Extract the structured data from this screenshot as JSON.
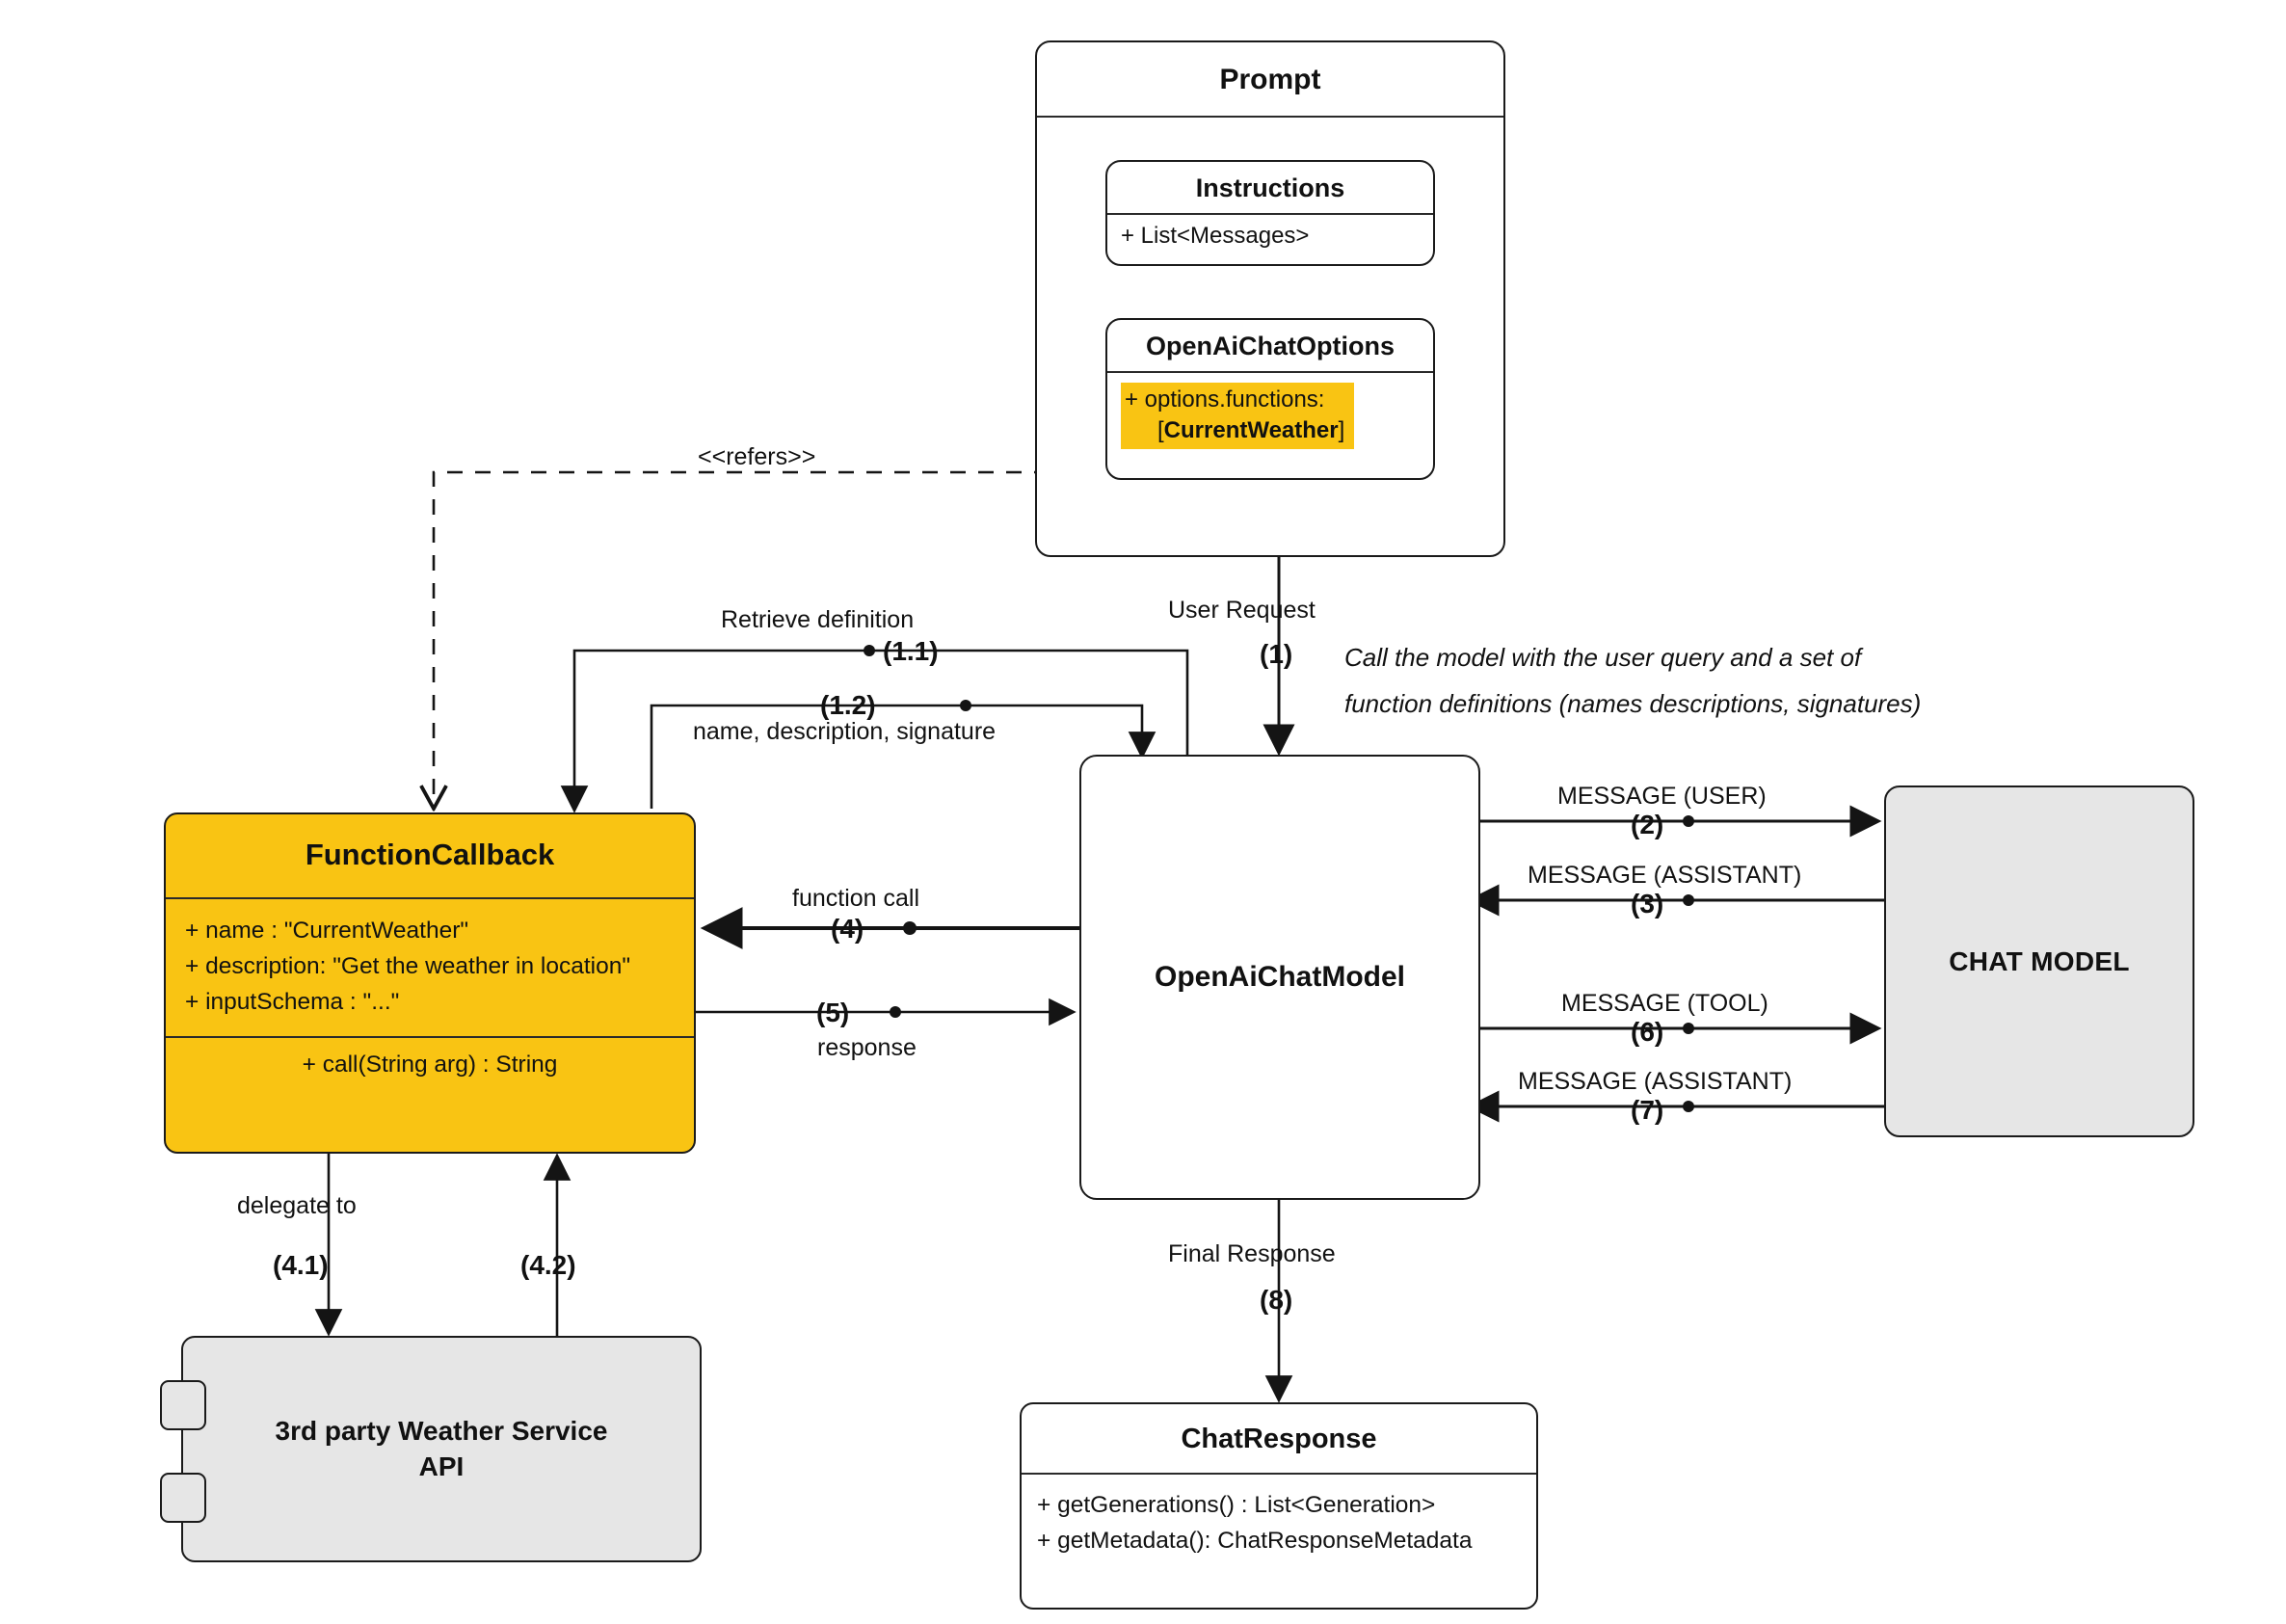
{
  "diagram": {
    "title": "Spring AI Function Calling Flow",
    "colors": {
      "accent": "#f9c413",
      "gray": "#e6e6e6",
      "stroke": "#1a1a1a"
    }
  },
  "prompt": {
    "title": "Prompt",
    "instructions": {
      "title": "Instructions",
      "attribute": "+ List<Messages>"
    },
    "chat_options": {
      "title": "OpenAiChatOptions",
      "attr_line1": "+ options.functions:",
      "attr_line2_open": "[",
      "attr_line2_value": "CurrentWeather",
      "attr_line2_close": "]"
    }
  },
  "function_callback": {
    "title": "FunctionCallback",
    "attributes": [
      "+ name : \"CurrentWeather\"",
      "+ description: \"Get the weather in location\"",
      "+ inputSchema : \"...\""
    ],
    "operations": [
      "+ call(String arg) : String"
    ]
  },
  "chat_model_impl": {
    "title": "OpenAiChatModel"
  },
  "chat_model": {
    "title": "CHAT MODEL"
  },
  "weather_service": {
    "title_line1": "3rd party Weather Service",
    "title_line2": "API"
  },
  "chat_response": {
    "title": "ChatResponse",
    "operations": [
      "+ getGenerations() : List<Generation>",
      "+ getMetadata(): ChatResponseMetadata"
    ]
  },
  "edges": {
    "refers": "<<refers>>",
    "retrieve_definition": "Retrieve definition",
    "step_1_1": "(1.1)",
    "step_1_2": "(1.2)",
    "name_desc_signature": "name, description, signature",
    "user_request": "User Request",
    "step_1": "(1)",
    "note_line1": "Call the model with the user query and a set of",
    "note_line2": "function definitions (names descriptions, signatures)",
    "function_call": "function call",
    "step_4": "(4)",
    "step_5": "(5)",
    "response": "response",
    "message_user": "MESSAGE (USER)",
    "step_2": "(2)",
    "message_assistant_1": "MESSAGE (ASSISTANT)",
    "step_3": "(3)",
    "message_tool": "MESSAGE (TOOL)",
    "step_6": "(6)",
    "message_assistant_2": "MESSAGE (ASSISTANT)",
    "step_7": "(7)",
    "delegate_to": "delegate to",
    "step_4_1": "(4.1)",
    "step_4_2": "(4.2)",
    "final_response": "Final Response",
    "step_8": "(8)"
  }
}
